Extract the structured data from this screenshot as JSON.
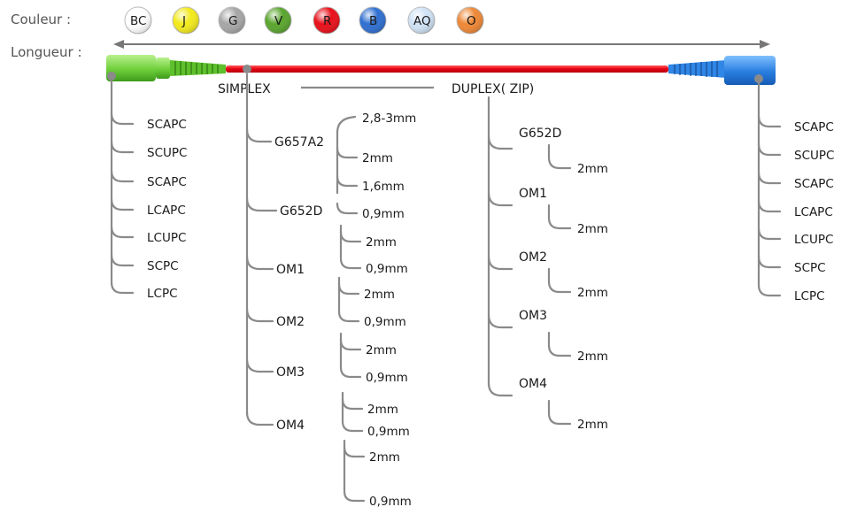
{
  "header": {
    "couleur_label": "Couleur  :",
    "longueur_label": "Longueur :"
  },
  "colors": [
    {
      "code": "BC",
      "fill": "#ffffff",
      "text": "#555555"
    },
    {
      "code": "J",
      "fill": "#f2ea1c",
      "text": "#555555"
    },
    {
      "code": "G",
      "fill": "#a6a6a6",
      "text": "#333333"
    },
    {
      "code": "V",
      "fill": "#5aa52e",
      "text": "#222222"
    },
    {
      "code": "R",
      "fill": "#e8101a",
      "text": "#333333"
    },
    {
      "code": "B",
      "fill": "#2f6fd0",
      "text": "#222222"
    },
    {
      "code": "AQ",
      "fill": "#cfe2f5",
      "text": "#333333"
    },
    {
      "code": "O",
      "fill": "#ee8836",
      "text": "#333333"
    }
  ],
  "cable": {
    "left_connector_color": "#7ed957",
    "right_connector_color": "#2e86e6",
    "fiber_color": "#e60012"
  },
  "left_connectors": [
    "SCAPC",
    "SCUPC",
    "SCAPC",
    "LCAPC",
    "LCUPC",
    "SCPC",
    "LCPC"
  ],
  "right_connectors": [
    "SCAPC",
    "SCUPC",
    "SCAPC",
    "LCAPC",
    "LCUPC",
    "SCPC",
    "LCPC"
  ],
  "simplex": {
    "label": "SIMPLEX",
    "fibers": [
      {
        "name": "G657A2",
        "sizes": [
          "2,8-3mm",
          "2mm",
          "1,6mm",
          "0,9mm"
        ]
      },
      {
        "name": "G652D",
        "sizes": [
          "2mm",
          "0,9mm"
        ]
      },
      {
        "name": "OM1",
        "sizes": [
          "2mm",
          "0,9mm"
        ]
      },
      {
        "name": "OM2",
        "sizes": [
          "2mm",
          "0,9mm"
        ]
      },
      {
        "name": "OM3",
        "sizes": [
          "2mm",
          "0,9mm"
        ]
      },
      {
        "name": "OM4",
        "sizes": [
          "2mm",
          "0,9mm"
        ]
      }
    ]
  },
  "duplex": {
    "label": "DUPLEX( ZIP)",
    "fibers": [
      {
        "name": "G652D",
        "sizes": [
          "2mm"
        ]
      },
      {
        "name": "OM1",
        "sizes": [
          "2mm"
        ]
      },
      {
        "name": "OM2",
        "sizes": [
          "2mm"
        ]
      },
      {
        "name": "OM3",
        "sizes": [
          "2mm"
        ]
      },
      {
        "name": "OM4",
        "sizes": [
          "2mm"
        ]
      }
    ]
  }
}
